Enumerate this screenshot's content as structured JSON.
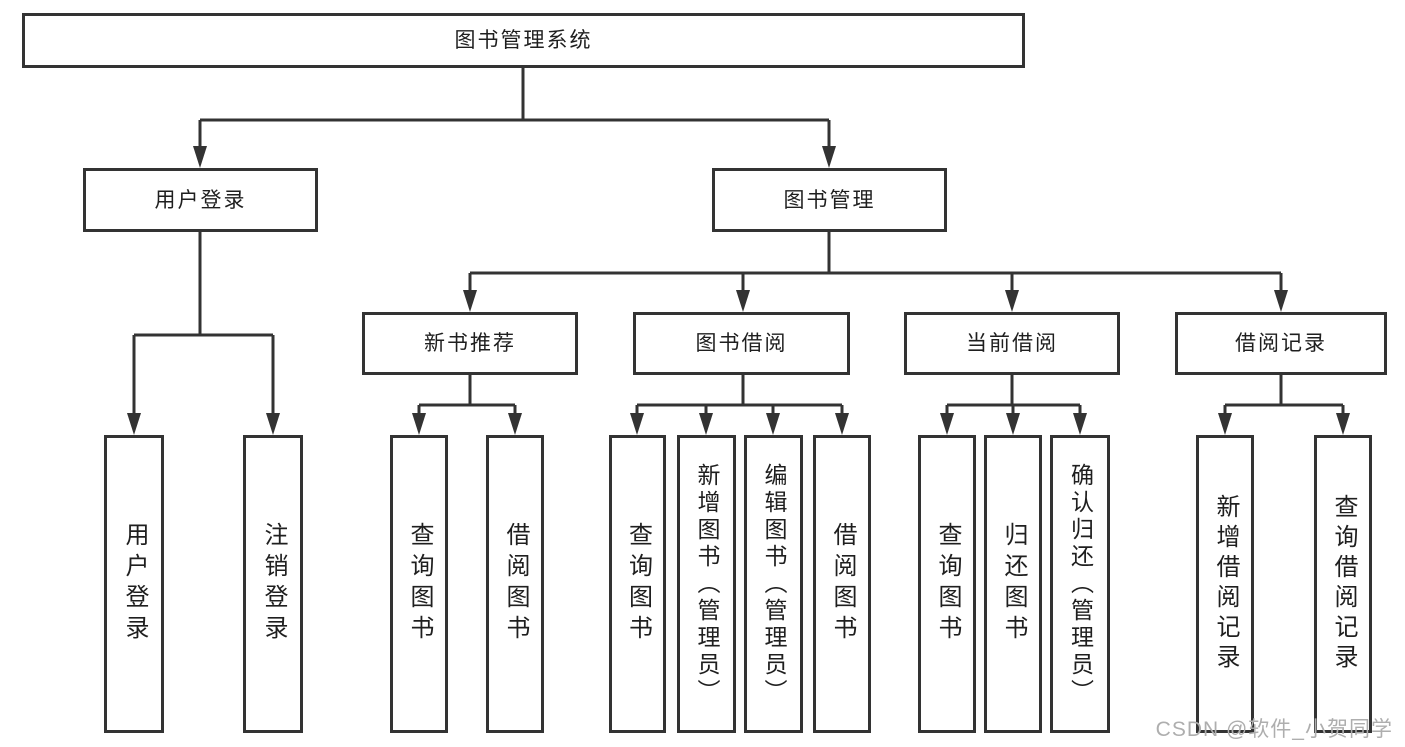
{
  "diagram": {
    "type": "tree",
    "tree": {
      "root": {
        "label": "图书管理系统"
      },
      "children": [
        {
          "label": "用户登录",
          "children": [
            {
              "label": "用户登录"
            },
            {
              "label": "注销登录"
            }
          ]
        },
        {
          "label": "图书管理",
          "children": [
            {
              "label": "新书推荐",
              "children": [
                {
                  "label": "查询图书"
                },
                {
                  "label": "借阅图书"
                }
              ]
            },
            {
              "label": "图书借阅",
              "children": [
                {
                  "label": "查询图书"
                },
                {
                  "label": "新增图书（管理员）"
                },
                {
                  "label": "编辑图书（管理员）"
                },
                {
                  "label": "借阅图书"
                }
              ]
            },
            {
              "label": "当前借阅",
              "children": [
                {
                  "label": "查询图书"
                },
                {
                  "label": "归还图书"
                },
                {
                  "label": "确认归还（管理员）"
                }
              ]
            },
            {
              "label": "借阅记录",
              "children": [
                {
                  "label": "新增借阅记录"
                },
                {
                  "label": "查询借阅记录"
                }
              ]
            }
          ]
        }
      ]
    },
    "colors": {
      "line": "#333333",
      "box_border": "#333333",
      "text": "#1f1f1f",
      "watermark": "#aeaeae",
      "background": "#ffffff"
    }
  },
  "watermark": {
    "text": "CSDN @软件_小贺同学"
  }
}
